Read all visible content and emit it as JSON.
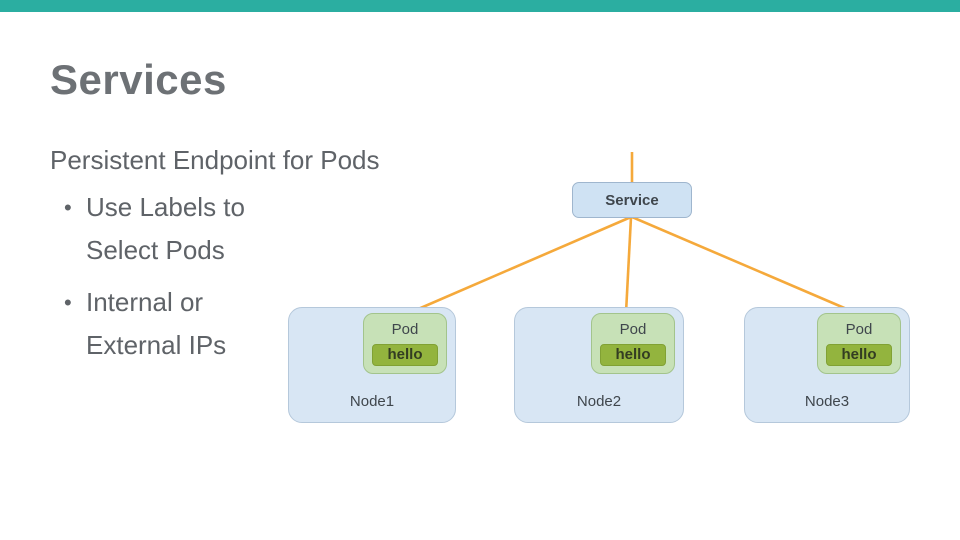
{
  "slide": {
    "title": "Services",
    "subtitle": "Persistent Endpoint for Pods",
    "bullet_glyph": "•",
    "bullets": [
      {
        "lines": [
          "Use Labels to",
          "Select Pods"
        ]
      },
      {
        "lines": [
          "Internal or",
          "External IPs"
        ]
      }
    ]
  },
  "diagram": {
    "service_label": "Service",
    "nodes": [
      {
        "name": "Node1",
        "pod_label": "Pod",
        "container_label": "hello"
      },
      {
        "name": "Node2",
        "pod_label": "Pod",
        "container_label": "hello"
      },
      {
        "name": "Node3",
        "pod_label": "Pod",
        "container_label": "hello"
      }
    ]
  },
  "colors": {
    "top-bar": "#2BAEA1",
    "title": "#6D7175",
    "body-text": "#5F6368",
    "connector": "#F5A93B",
    "service-fill": "#CFE2F3",
    "service-border": "#9FB6CE",
    "node-fill": "#D8E6F4",
    "node-border": "#B5C8DB",
    "pod-fill": "#C7E1B7",
    "pod-border": "#A3C48C",
    "container-fill": "#93B43E",
    "container-border": "#81A134",
    "container-text": "#333D22",
    "diagram-text": "#3F464C"
  }
}
